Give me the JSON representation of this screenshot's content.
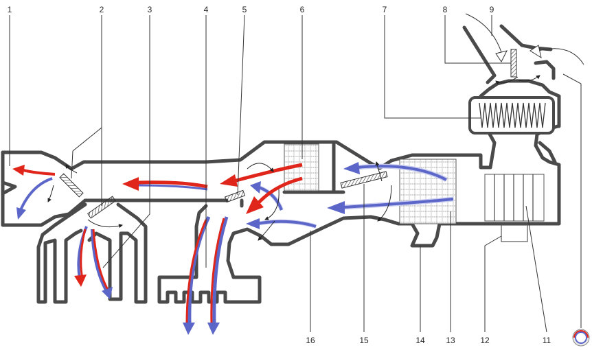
{
  "labels_top": [
    "1",
    "2",
    "3",
    "4",
    "5",
    "6",
    "7",
    "8",
    "9"
  ],
  "labels_bottom": [
    "16",
    "15",
    "14",
    "13",
    "12",
    "11"
  ],
  "colors": {
    "wall": "#4a4a4a",
    "cold_air": "#5b66c8",
    "cold_air_light": "#c8ccef",
    "hot_air": "#e0261b",
    "background": "#ffffff"
  },
  "icons": [
    "air-flow-arrow-icon",
    "damper-flap-icon",
    "heater-core-icon",
    "evaporator-icon",
    "blower-fan-icon",
    "pollen-filter-icon",
    "logo-icon"
  ]
}
